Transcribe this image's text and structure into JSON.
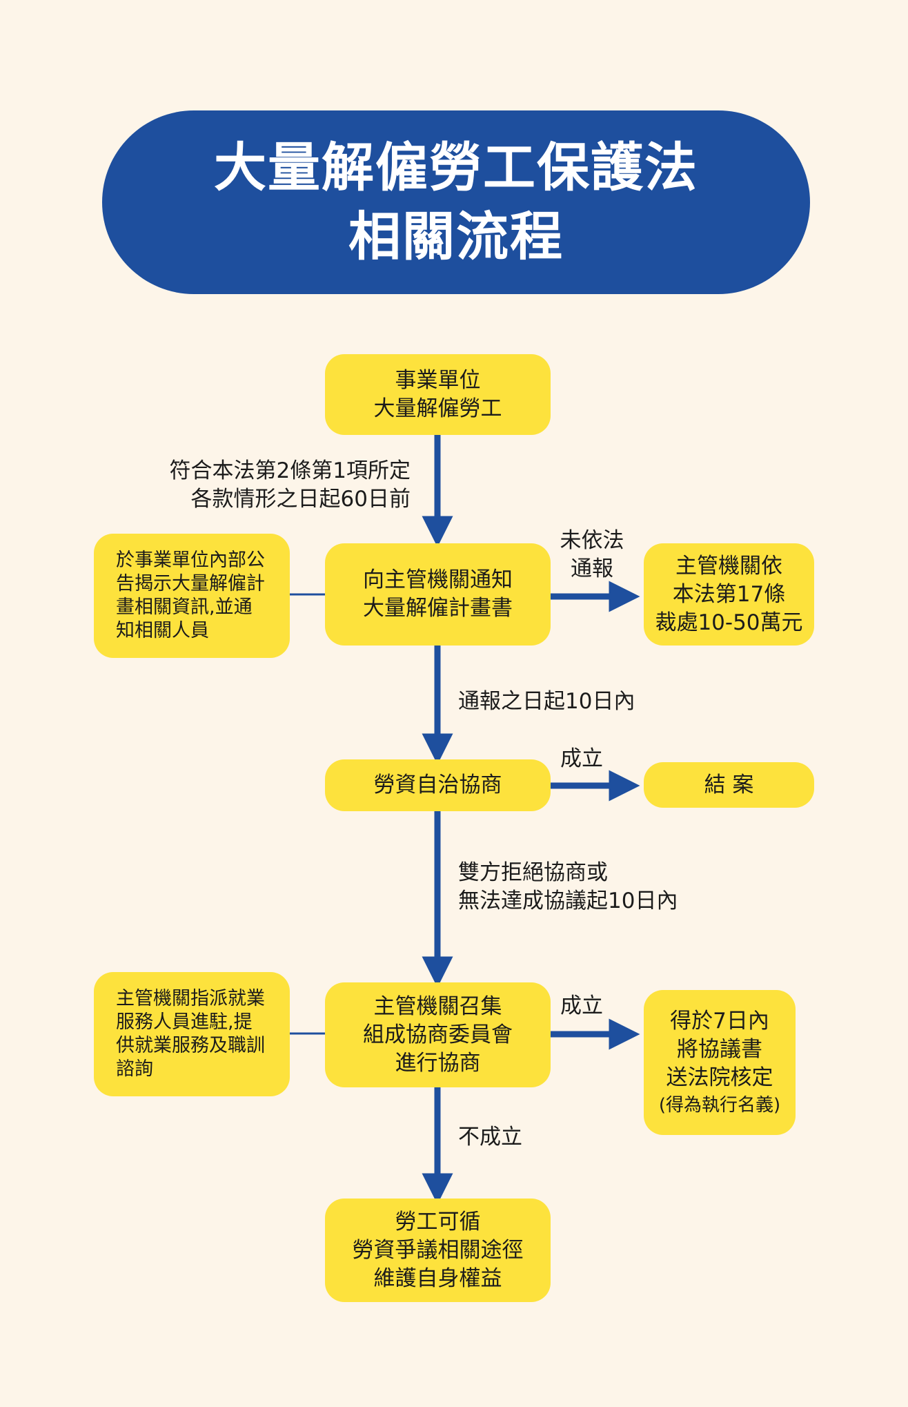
{
  "title": {
    "line1": "大量解僱勞工保護法",
    "line2": "相關流程"
  },
  "colors": {
    "background": "#fdf5e9",
    "title_bg": "#1e4f9e",
    "box_fill": "#fde23d",
    "arrow": "#1e4f9e"
  },
  "nodes": {
    "start": [
      "事業單位",
      "大量解僱勞工"
    ],
    "notify": [
      "向主管機關通知",
      "大量解僱計畫書"
    ],
    "announce": [
      "於事業單位內部公",
      "告揭示大量解僱計",
      "畫相關資訊,並通",
      "知相關人員"
    ],
    "penalty": [
      "主管機關依",
      "本法第17條",
      "裁處10-50萬元"
    ],
    "self_negotiation": [
      "勞資自治協商"
    ],
    "close_case": [
      "結 案"
    ],
    "committee": [
      "主管機關召集",
      "組成協商委員會",
      "進行協商"
    ],
    "employment_service": [
      "主管機關指派就業",
      "服務人員進駐,提",
      "供就業服務及職訓",
      "諮詢"
    ],
    "court": [
      "得於7日內",
      "將協議書",
      "送法院核定",
      "(得為執行名義)"
    ],
    "dispute": [
      "勞工可循",
      "勞資爭議相關途徑",
      "維護自身權益"
    ]
  },
  "edge_labels": {
    "deadline_60": [
      "符合本法第2條第1項所定",
      "各款情形之日起60日前"
    ],
    "not_reported": [
      "未依法",
      "通報"
    ],
    "within_10_report": [
      "通報之日起10日內"
    ],
    "established_1": [
      "成立"
    ],
    "refuse_or_fail": [
      "雙方拒絕協商或",
      "無法達成協議起10日內"
    ],
    "established_2": [
      "成立"
    ],
    "not_established": [
      "不成立"
    ]
  }
}
